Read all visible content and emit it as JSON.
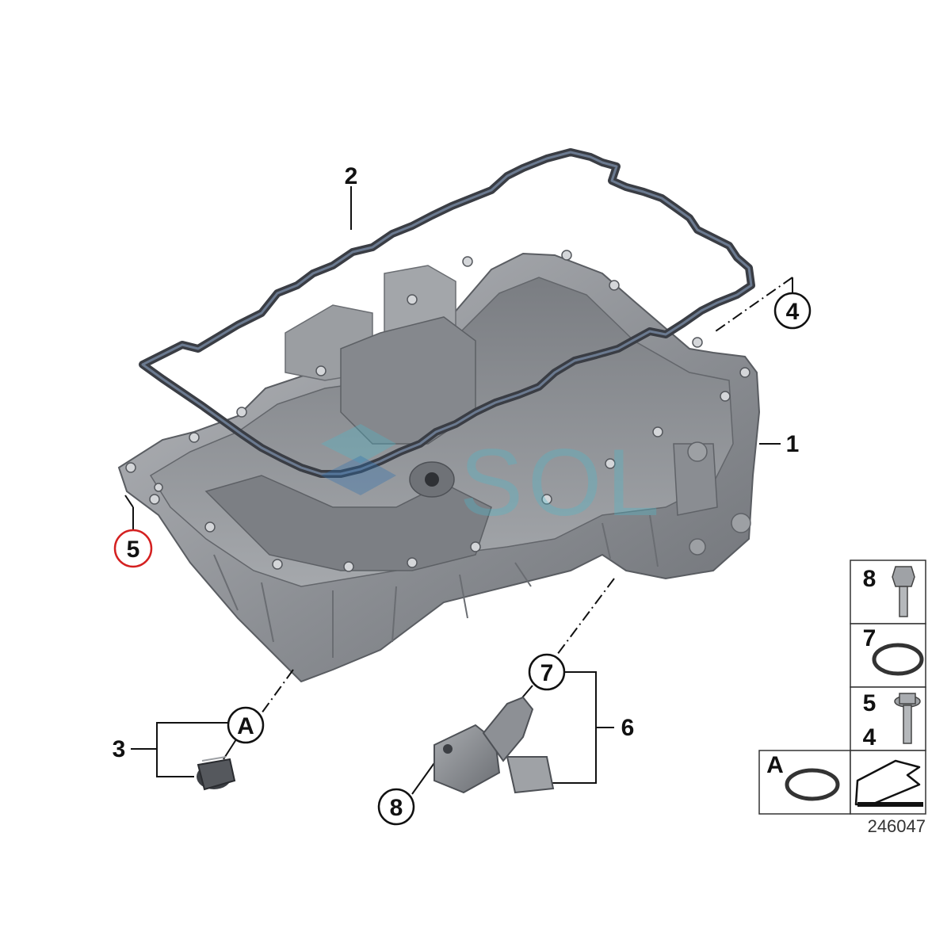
{
  "callouts": {
    "part_1": "1",
    "part_2": "2",
    "part_3": "3",
    "part_4": "4",
    "part_5": "5",
    "part_6": "6",
    "part_7": "7",
    "part_8": "8",
    "detail_a": "A"
  },
  "legend": {
    "row1": "8",
    "row2": "7",
    "row3_top": "5",
    "row3_bottom": "4",
    "row4": "A"
  },
  "diagram_number": "246047",
  "watermark": "SOL",
  "colors": {
    "highlight_circle": "#d42020",
    "pan_metal": "#8f9297",
    "gasket": "#3a3d44",
    "watermark": "#4fb6c9"
  }
}
